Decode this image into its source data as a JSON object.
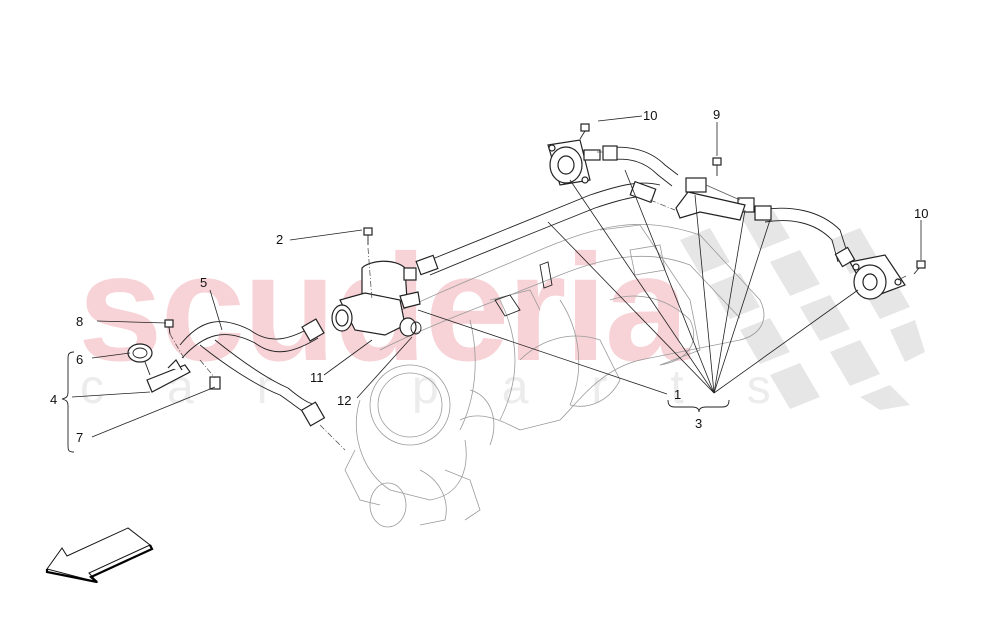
{
  "diagram": {
    "type": "exploded-parts-diagram",
    "watermark": {
      "primary_text": "scuderia",
      "secondary_text": "car parts",
      "primary_color": "#f7d2d6",
      "secondary_color": "#ececec",
      "checker_color": "#e2e2e2"
    },
    "callouts": [
      {
        "id": "1",
        "label": "1"
      },
      {
        "id": "2",
        "label": "2"
      },
      {
        "id": "3",
        "label": "3"
      },
      {
        "id": "4",
        "label": "4"
      },
      {
        "id": "5",
        "label": "5"
      },
      {
        "id": "6",
        "label": "6"
      },
      {
        "id": "7",
        "label": "7"
      },
      {
        "id": "8",
        "label": "8"
      },
      {
        "id": "9",
        "label": "9"
      },
      {
        "id": "10a",
        "label": "10"
      },
      {
        "id": "10b",
        "label": "10"
      },
      {
        "id": "11",
        "label": "11"
      },
      {
        "id": "12",
        "label": "12"
      }
    ],
    "groups": [
      {
        "label": "4",
        "members": [
          "6",
          "7"
        ],
        "bracket": "left-brace"
      },
      {
        "label": "3",
        "members": [
          "1"
        ],
        "bracket": "bottom-brace"
      }
    ],
    "direction_arrow": {
      "icon": "arrow-down-left-icon"
    },
    "line_color": "#222222"
  }
}
